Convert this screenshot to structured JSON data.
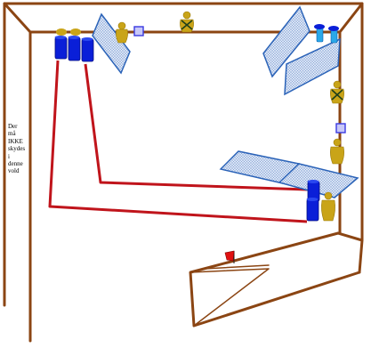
{
  "note": {
    "lines": [
      "Der",
      "må",
      "IKKE",
      "skydes",
      "i",
      "denne",
      "vold"
    ]
  },
  "colors": {
    "wall": "#8b4513",
    "path": "#c0141b",
    "barrel": "#0a1fd8",
    "barrel_light": "#2aa8e8",
    "panel_fill": "#cfdcf2",
    "panel_stroke": "#2b63b8",
    "figure": "#c9a418",
    "figure_mark": "#1e3f1a",
    "marker_fill": "#c8c8f8",
    "marker_stroke": "#3a3ae0",
    "flag": "#e01010"
  },
  "icons": {
    "barrel_cluster": "blue-barrel-icon",
    "figure": "yellow-target-figure-icon",
    "marker": "square-marker-icon",
    "panel": "hatched-panel-icon",
    "flag": "red-flag-icon"
  }
}
